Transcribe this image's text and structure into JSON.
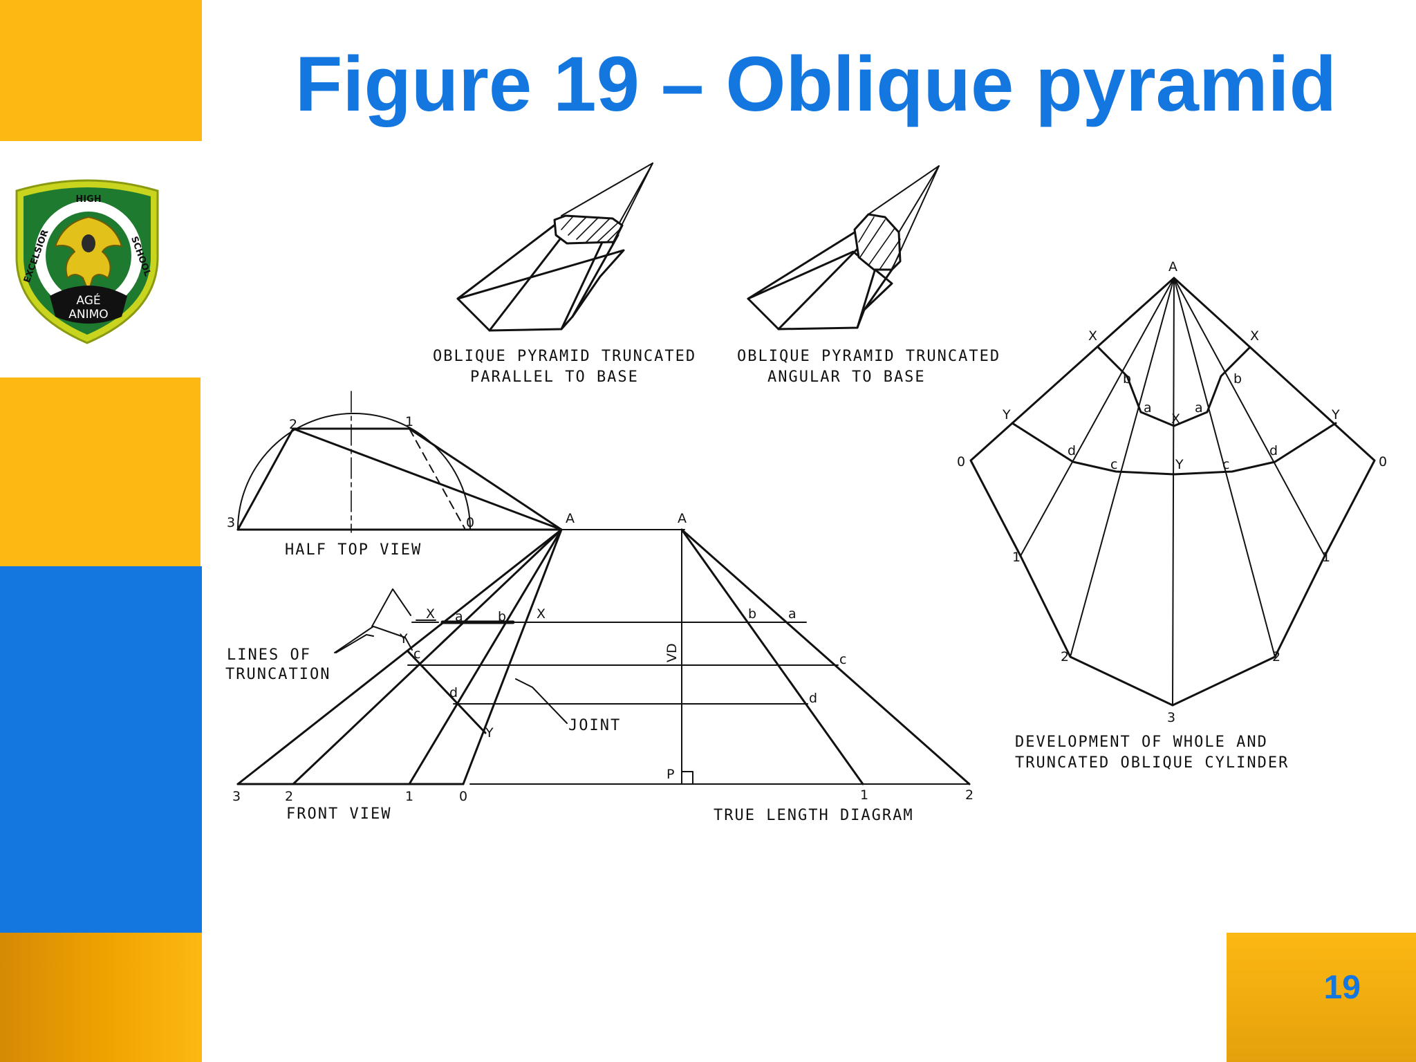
{
  "slide": {
    "title": "Figure 19 – Oblique pyramid",
    "page_number": "19",
    "colors": {
      "title": "#1477e0",
      "band_yellow": "#fdb813",
      "band_blue": "#1477e0"
    }
  },
  "logo": {
    "ring_text_left": "EXCELSIOR",
    "ring_text_top": "HIGH",
    "ring_text_right": "SCHOOL",
    "motto_line1": "AGÉ",
    "motto_line2": "ANIMO"
  },
  "drawing": {
    "captions": {
      "parallel_line1": "OBLIQUE PYRAMID TRUNCATED",
      "parallel_line2": "PARALLEL TO BASE",
      "angular_line1": "OBLIQUE PYRAMID TRUNCATED",
      "angular_line2": "ANGULAR TO BASE",
      "half_top_view": "HALF TOP VIEW",
      "lines_of_line1": "LINES OF",
      "lines_of_line2": "TRUNCATION",
      "joint": "JOINT",
      "front_view": "FRONT VIEW",
      "true_length": "TRUE LENGTH DIAGRAM",
      "development_line1": "DEVELOPMENT OF WHOLE AND",
      "development_line2": "TRUNCATED OBLIQUE CYLINDER"
    },
    "points": {
      "A": "A",
      "X": "X",
      "Y": "Y",
      "P": "P",
      "VD": "VD",
      "a": "a",
      "b": "b",
      "c": "c",
      "d": "d",
      "n0": "0",
      "n1": "1",
      "n2": "2",
      "n3": "3"
    }
  }
}
